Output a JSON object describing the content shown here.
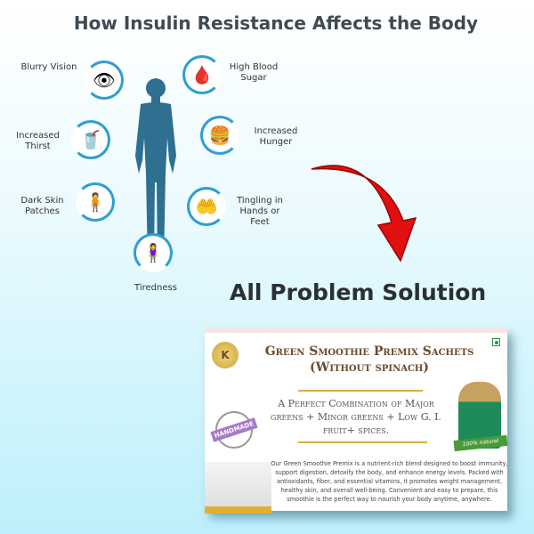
{
  "title": "How Insulin Resistance Affects the Body",
  "symptoms": [
    {
      "label": "Blurry Vision",
      "icon": "eye-icon"
    },
    {
      "label": "High Blood Sugar",
      "icon": "blood-drop-icon"
    },
    {
      "label": "Increased Thirst",
      "icon": "drinking-icon"
    },
    {
      "label": "Increased Hunger",
      "icon": "eating-icon"
    },
    {
      "label": "Dark Skin Patches",
      "icon": "skin-icon"
    },
    {
      "label": "Tingling in Hands or Feet",
      "icon": "hands-icon"
    },
    {
      "label": "Tiredness",
      "icon": "tired-person-icon"
    }
  ],
  "solution_heading": "All Problem Solution",
  "product": {
    "title": "Green Smoothie Premix Sachets (Without spinach)",
    "subtitle": "A Perfect Combination of Major greens + Minor greens + Low G. I. fruit+ spices.",
    "badge": "HANDMADE",
    "natural_ribbon": "100% natural",
    "logo_letter": "K",
    "description": "Our Green Smoothie Premix is a nutrient-rich blend designed to boost immunity, support digestion, detoxify the body, and enhance energy levels. Packed with antioxidants, fiber, and essential vitamins, it promotes weight management, healthy skin, and overall well-being. Convenient and easy to prepare, this smoothie is the perfect way to nourish your body anytime, anywhere."
  },
  "colors": {
    "accent": "#2e9fd0",
    "body": "#2f6f8f",
    "arrow": "#e01010",
    "brand": "#6b4a2c"
  }
}
